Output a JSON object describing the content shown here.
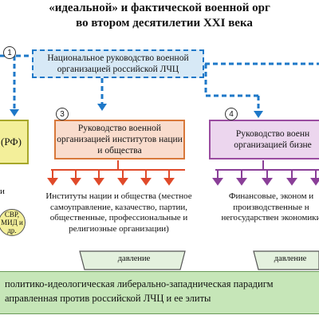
{
  "title": {
    "line1": "«идеальной» и фактической военной орг",
    "line2": "во втором десятилетии XXI века"
  },
  "nodes": {
    "n1": {
      "number": "1",
      "text": "Национальное руководство военной организацией российской ЛЧЦ"
    },
    "n3": {
      "number": "3",
      "text": "Руководство военной организацией институтов нации и общества"
    },
    "n4": {
      "number": "4",
      "text": "Руководство военн организацией бизне"
    },
    "left": {
      "text": "(РФ)"
    }
  },
  "groups": {
    "institutions": "Институты нации и общества (местное самоуправление, казачество, партии, общественные, профессиональные и религиозные организации)",
    "business": "Финансовые, эконом и производственные н негосударствен экономики"
  },
  "left_circle": {
    "text": "СВР, МИД и др."
  },
  "left_fragment": {
    "text": "и"
  },
  "pressure": {
    "label_left": "давление",
    "label_right": "давление"
  },
  "bottom": {
    "line1": "политико-идеологическая либерально-западническая парадигм",
    "line2": "аправленная против российской ЛЧЦ и ее  элиты"
  },
  "colors": {
    "blue_dash": "#1e78c8",
    "box1_fill": "#d7e9f6",
    "box3_fill": "#f9dccd",
    "box3_border": "#d8783a",
    "box4_fill": "#ecd6ee",
    "box4_border": "#9a4ca0",
    "left_fill": "#f3ef9a",
    "left_border": "#a7a72a",
    "arrow_red": "#e04a2a",
    "arrow_purple": "#8a3f98",
    "bottom_fill": "#c6e6b8",
    "pressure_fill": "#e4f1de"
  }
}
